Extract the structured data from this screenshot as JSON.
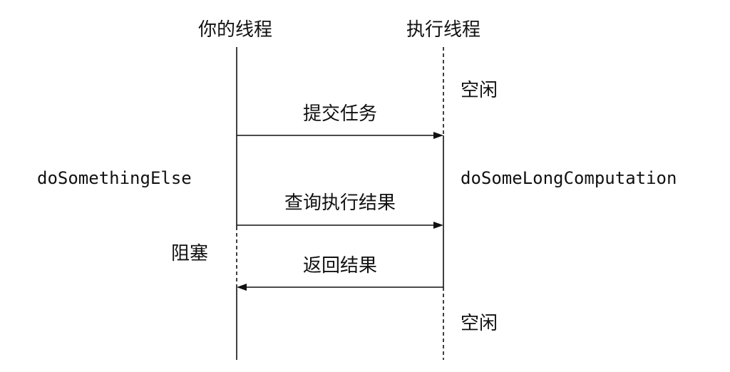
{
  "lanes": {
    "left_title": "你的线程",
    "right_title": "执行线程"
  },
  "labels": {
    "idle_top": "空闲",
    "submit_task": "提交任务",
    "left_work": "doSomethingElse",
    "right_work": "doSomeLongComputation",
    "query_result": "查询执行结果",
    "blocked": "阻塞",
    "return_result": "返回结果",
    "idle_bottom": "空闲"
  }
}
